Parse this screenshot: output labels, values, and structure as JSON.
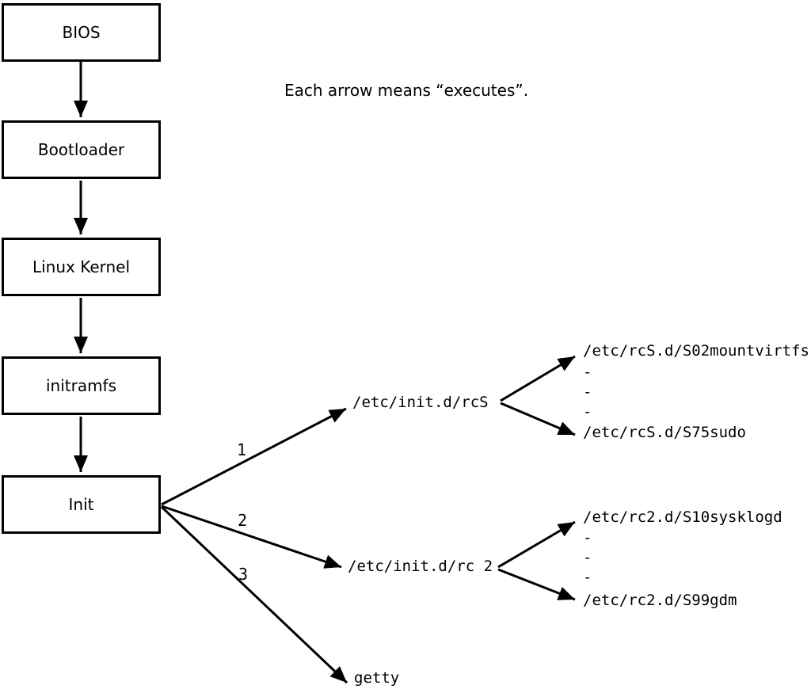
{
  "legend_text": "Each arrow means “executes”.",
  "flow_boxes": [
    {
      "label": "BIOS"
    },
    {
      "label": "Bootloader"
    },
    {
      "label": "Linux Kernel"
    },
    {
      "label": "initramfs"
    },
    {
      "label": "Init"
    }
  ],
  "init_branches": [
    {
      "number": "1",
      "target": "/etc/init.d/rcS"
    },
    {
      "number": "2",
      "target": "/etc/init.d/rc 2"
    },
    {
      "number": "3",
      "target": "getty"
    }
  ],
  "rcS_children": {
    "first": "/etc/rcS.d/S02mountvirtfs",
    "ellipsis": [
      "-",
      "-",
      "-"
    ],
    "last": "/etc/rcS.d/S75sudo"
  },
  "rc2_children": {
    "first": "/etc/rc2.d/S10sysklogd",
    "ellipsis": [
      "-",
      "-",
      "-"
    ],
    "last": "/etc/rc2.d/S99gdm"
  },
  "colors": {
    "ink": "#000000",
    "background": "#ffffff"
  }
}
